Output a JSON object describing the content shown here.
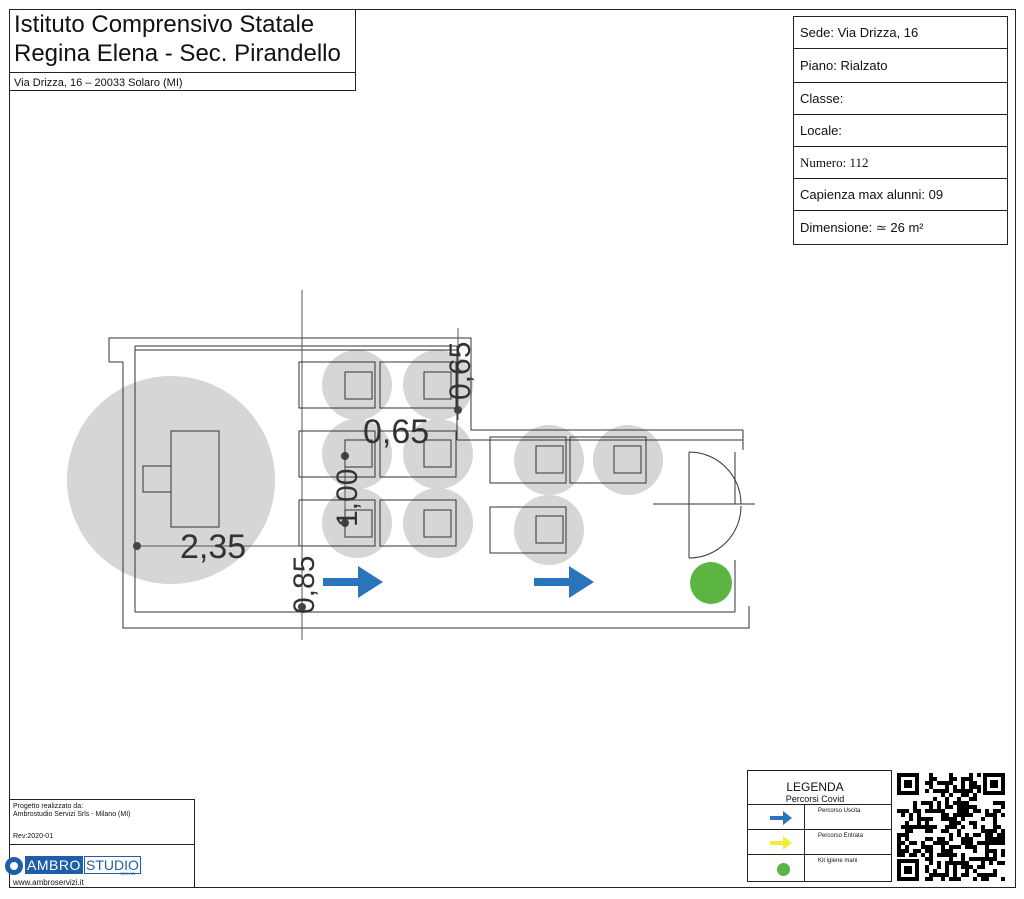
{
  "header": {
    "school_line1": "Istituto Comprensivo Statale",
    "school_line2": "Regina Elena - Sec. Pirandello",
    "address": "Via Drizza, 16 – 20033 Solaro (MI)"
  },
  "info": {
    "sede": "Sede:  Via Drizza, 16",
    "piano": "Piano: Rialzato",
    "classe": "Classe:",
    "locale": "Locale:",
    "numero": "Numero: 112",
    "capienza": "Capienza max alunni: 09",
    "dimensione": "Dimensione: ≃ 26 m²"
  },
  "dimensions": {
    "d1": "2,35",
    "d2": "0,85",
    "d3": "1,00",
    "d4": "0,65",
    "d5": "0,65"
  },
  "colors": {
    "exit_arrow": "#2a74bd",
    "entry_arrow": "#f2ec3a",
    "hygiene_kit": "#5ab542",
    "distance_circle": "#cfcfcf"
  },
  "legend": {
    "title": "LEGENDA",
    "subtitle": "Percorsi Covid",
    "items": [
      {
        "label": "Percorso Uscita",
        "icon": "blue-arrow-icon"
      },
      {
        "label": "Percorso Entrata",
        "icon": "yellow-arrow-icon"
      },
      {
        "label": "Kit igiene mani",
        "icon": "green-dot-icon"
      }
    ]
  },
  "credits": {
    "line1": "Progetto realizzato da:",
    "line2": "Ambrostudio Servizi Srls - Milano (MI)",
    "rev": "Rev:2020-01",
    "logo_a": "AMBRO",
    "logo_b": "STUDIO",
    "logo_tag": "SERVIZI",
    "website": "www.ambroservizi.it"
  }
}
